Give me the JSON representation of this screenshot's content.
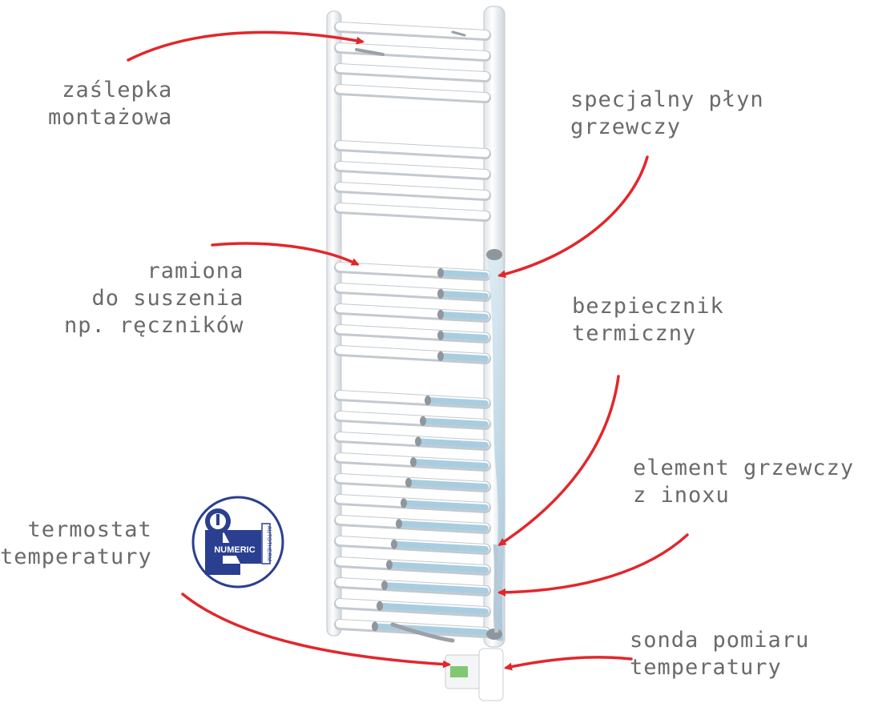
{
  "labels": {
    "zaslepka": [
      "zaślepka",
      "montażowa"
    ],
    "ramiona": [
      "ramiona",
      "do suszenia",
      "np. ręczników"
    ],
    "termostat": [
      "termostat",
      "temperatury"
    ],
    "plyn": [
      "specjalny płyn",
      "grzewczy"
    ],
    "bezpiecznik": [
      "bezpiecznik",
      "termiczny"
    ],
    "element": [
      "element grzewczy",
      "z inoxu"
    ],
    "sonda": [
      "sonda pomiaru",
      "temperatury"
    ]
  },
  "badge": {
    "word": "NUMERIC",
    "side_text": "AUTOTHERM",
    "icon": "thermostat-badge-icon"
  },
  "colors": {
    "arrow": "#e3262b",
    "text": "#6a6a6a",
    "fluid": "#bcd7e6",
    "badge": "#2a3f8f",
    "radiator": "#ffffff",
    "radiator_edge": "#c9ced4"
  }
}
